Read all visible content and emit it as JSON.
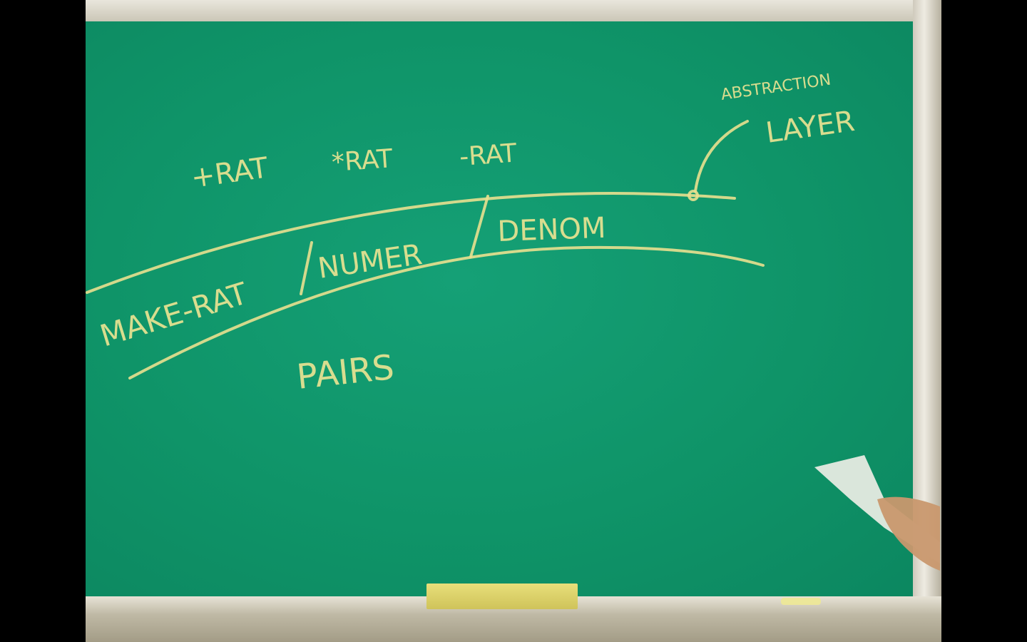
{
  "board": {
    "labels": {
      "plus_rat": "+RAT",
      "times_rat": "*RAT",
      "minus_rat": "-RAT",
      "make_rat": "MAKE-RAT",
      "numer": "NUMER",
      "denom": "DENOM",
      "pairs": "PAIRS",
      "abstraction": "ABSTRACTION",
      "layer": "LAYER"
    }
  },
  "colors": {
    "board": "#109466",
    "chalk": "#e9e08f",
    "frame": "#d8d3c4"
  }
}
